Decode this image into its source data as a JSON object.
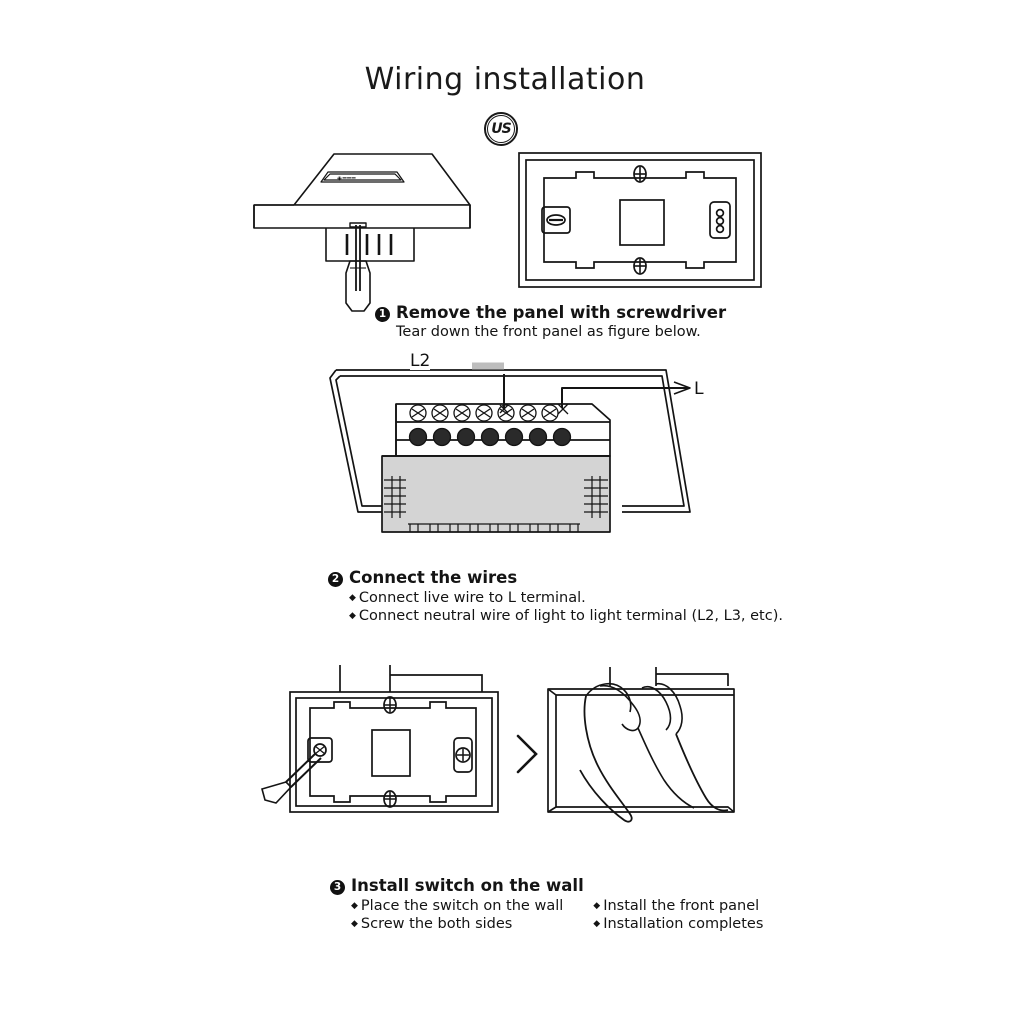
{
  "document": {
    "title": "Wiring installation",
    "certification_mark": "US",
    "background_color": "#ffffff",
    "line_color": "#141414"
  },
  "steps": [
    {
      "number": "1",
      "heading": "Remove the panel with screwdriver",
      "subtext": "Tear down the front panel as figure below.",
      "bullets": [],
      "figures": [
        {
          "name": "front-panel-with-screwdriver",
          "caption_logo": "brand-logo"
        },
        {
          "name": "switch-body-back-plate"
        }
      ]
    },
    {
      "number": "2",
      "heading": "Connect the wires",
      "subtext": "",
      "bullets": [
        "Connect live wire to L terminal.",
        "Connect neutral wire of light to light terminal (L2, L3, etc)."
      ],
      "figures": [
        {
          "name": "terminal-block-wiring"
        }
      ],
      "wire_labels": {
        "neutral": "L2",
        "live": "L"
      }
    },
    {
      "number": "3",
      "heading": "Install switch on the wall",
      "subtext": "",
      "bullets_left": [
        "Place the switch on the wall",
        "Screw the both sides"
      ],
      "bullets_right": [
        "Install the front panel",
        "Installation completes"
      ],
      "figures": [
        {
          "name": "switch-screwed-to-wall"
        },
        {
          "name": "hand-attaching-front-panel"
        }
      ],
      "arrow": "〉"
    }
  ],
  "symbols": {
    "bullet_diamond": "◆"
  }
}
